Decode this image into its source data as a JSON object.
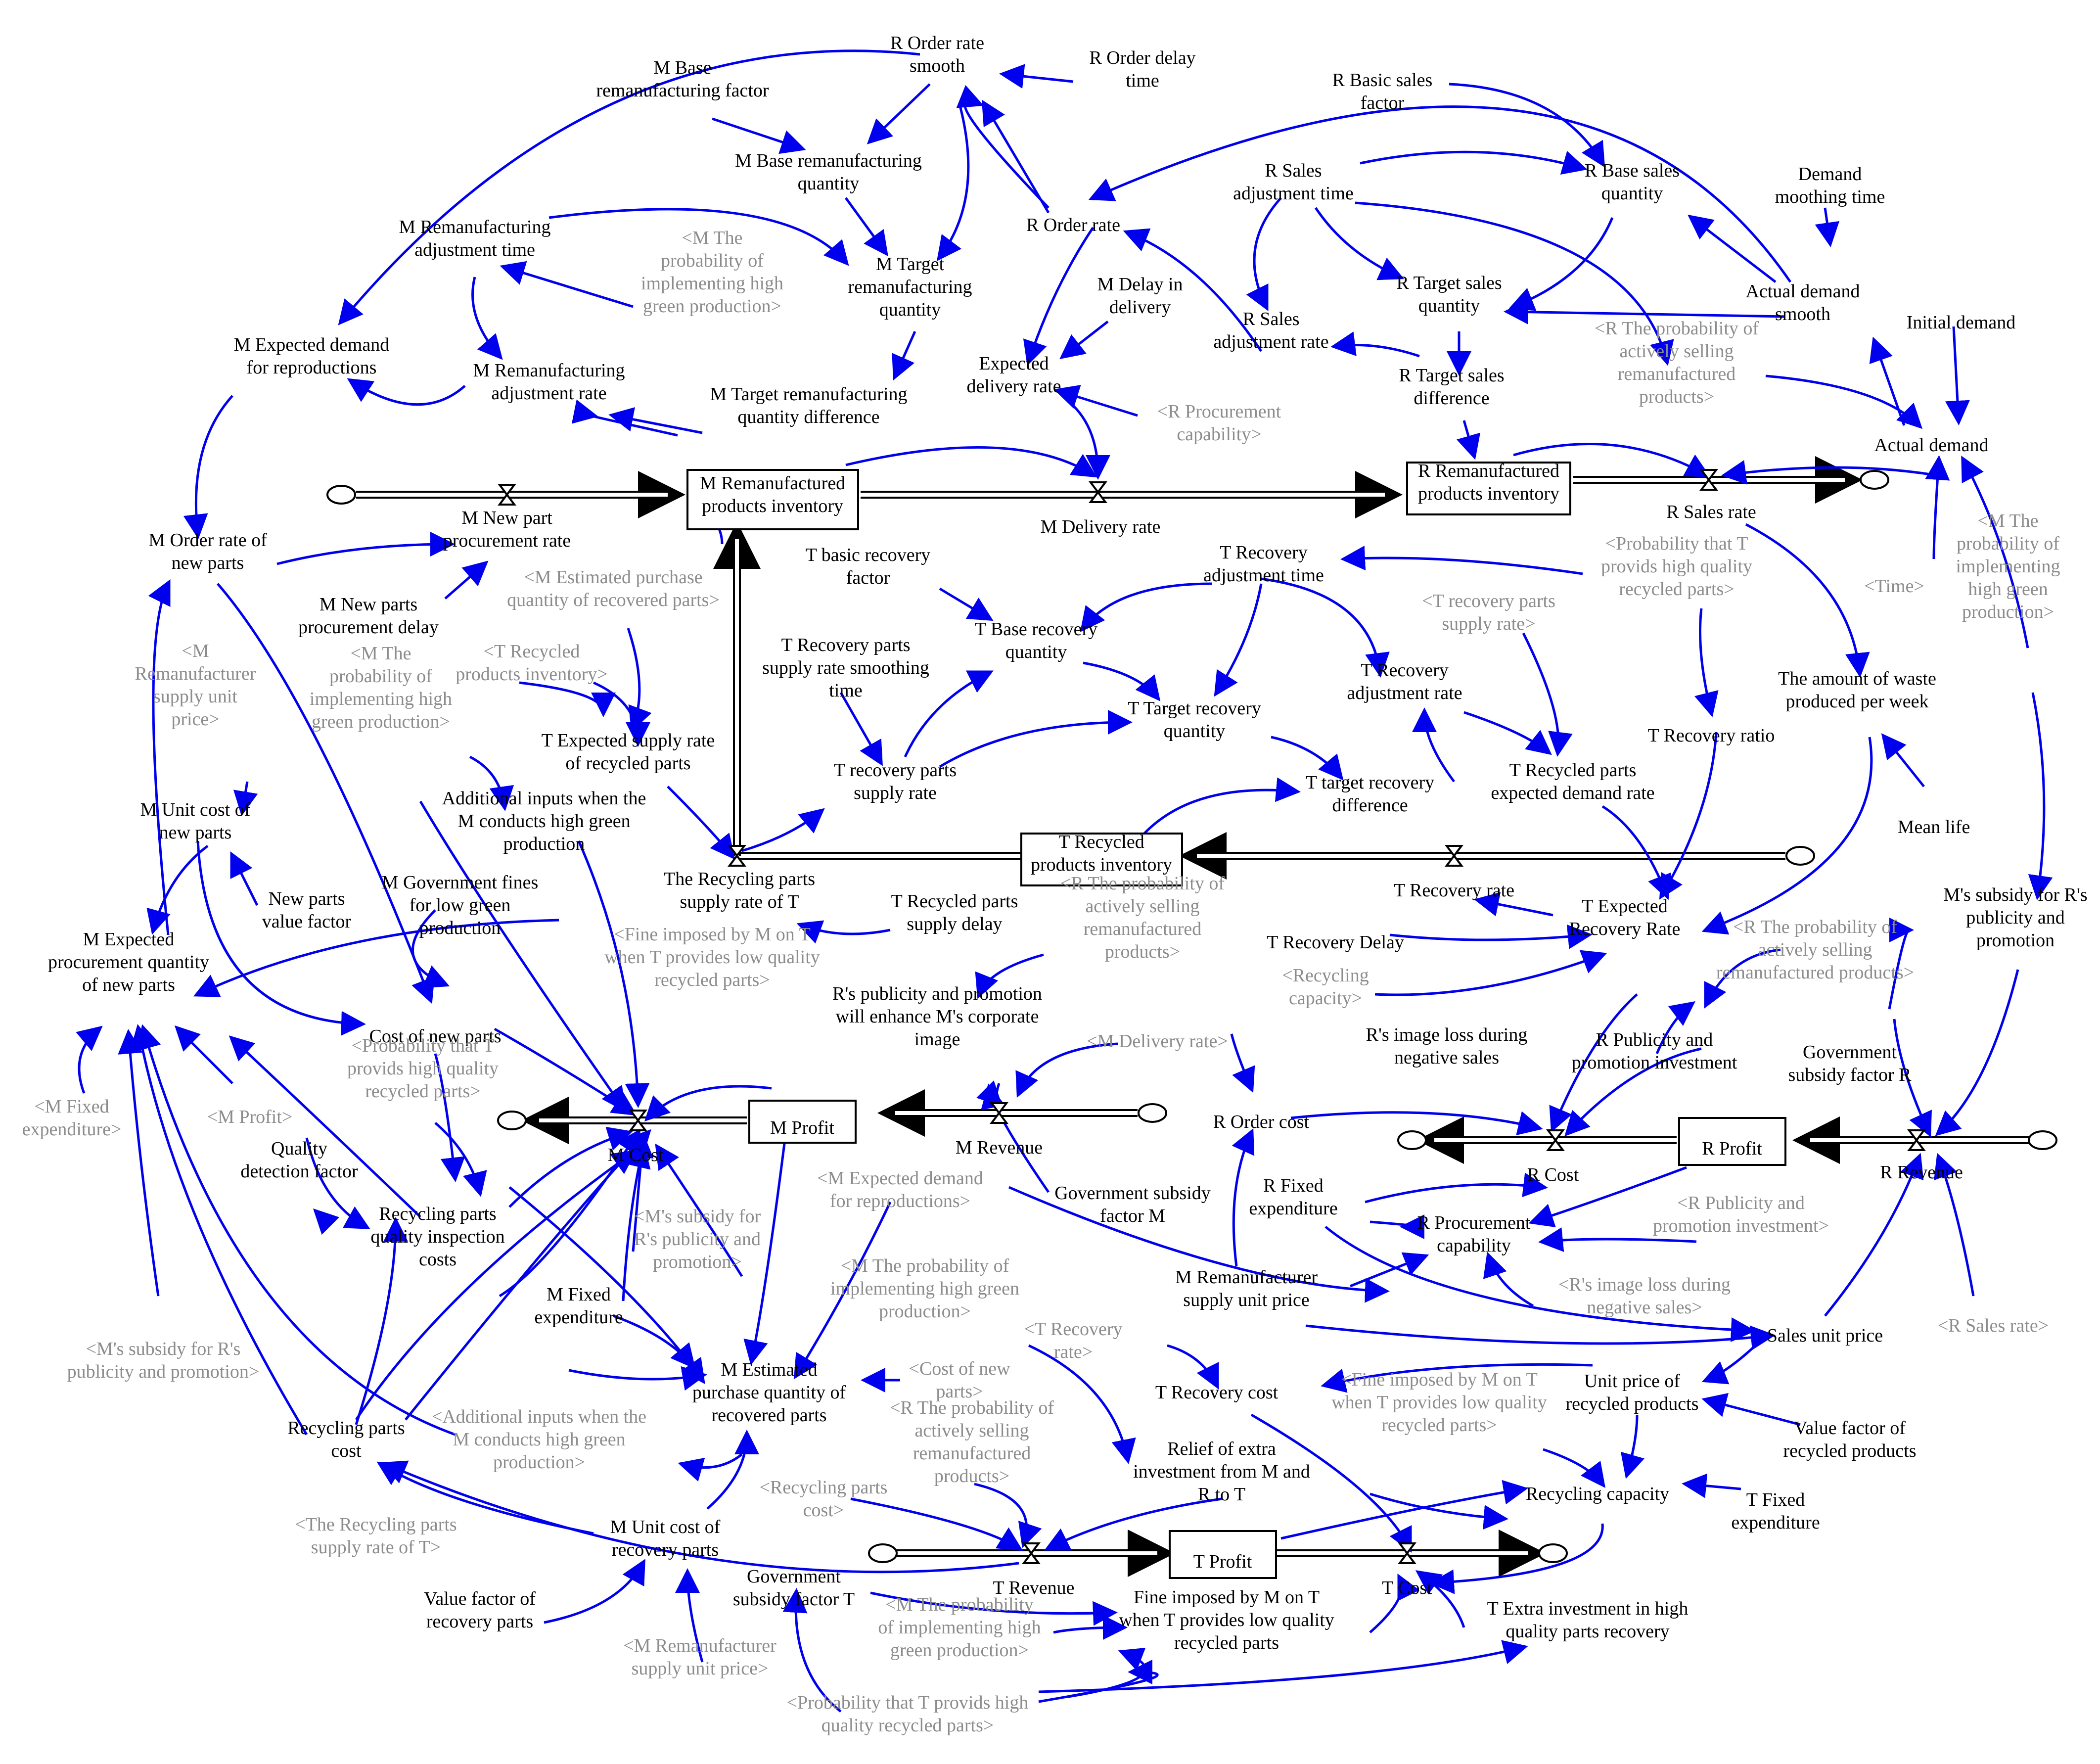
{
  "colors": {
    "link": "#0000ee",
    "variable_text": "#000000",
    "shadow_variable_text": "#8c8c8c",
    "flow_pipe": "#000000"
  },
  "stocks": {
    "m_reman_inventory": "M Remanufactured\nproducts inventory",
    "r_reman_inventory": "R Remanufactured\nproducts inventory",
    "t_recycled_inventory": "T Recycled\nproducts inventory",
    "m_profit": "M Profit",
    "r_profit": "R Profit",
    "t_profit": "T Profit"
  },
  "flows": {
    "m_new_part_procurement_rate": "M New part\nprocurement rate",
    "m_delivery_rate": "M Delivery rate",
    "r_sales_rate": "R Sales rate",
    "t_recovery_rate": "T Recovery rate",
    "recycling_parts_supply_rate_t": "The Recycling parts\nsupply rate of T",
    "m_cost": "M Cost",
    "m_revenue": "M Revenue",
    "r_cost": "R Cost",
    "r_revenue": "R Revenue",
    "t_revenue": "T Revenue",
    "t_cost": "T Cost"
  },
  "variables": {
    "r_order_rate_smooth": "R Order rate\nsmooth",
    "r_order_delay_time": "R Order delay\ntime",
    "m_base_reman_factor": "M Base\nremanufacturing factor",
    "m_base_reman_quantity": "M Base remanufacturing\nquantity",
    "m_reman_adjustment_time": "M Remanufacturing\nadjustment time",
    "m_target_reman_quantity": "M Target\nremanufacturing\nquantity",
    "m_expected_demand": "M Expected demand\nfor reproductions",
    "m_reman_adjustment_rate": "M Remanufacturing\nadjustment rate",
    "m_target_reman_difference": "M Target remanufacturing\nquantity difference",
    "r_order_rate": "R Order rate",
    "m_delay_in_delivery": "M Delay in\ndelivery",
    "expected_delivery_rate": "Expected\ndelivery rate",
    "r_basic_sales_factor": "R Basic sales\nfactor",
    "r_sales_adjustment_time": "R Sales\nadjustment time",
    "r_base_sales_quantity": "R Base sales\nquantity",
    "demand_smoothing_time": "Demand\nmoothing time",
    "r_target_sales_quantity": "R Target sales\nquantity",
    "r_sales_adjustment_rate": "R Sales\nadjustment rate",
    "actual_demand_smooth": "Actual demand\nsmooth",
    "initial_demand": "Initial demand",
    "r_target_sales_difference": "R Target sales\ndifference",
    "actual_demand": "Actual demand",
    "m_order_rate_new_parts": "M Order rate of\nnew parts",
    "m_new_parts_procurement_delay": "M New parts\nprocurement delay",
    "t_basic_recovery_factor": "T basic recovery\nfactor",
    "t_recovery_adjustment_time": "T Recovery\nadjustment time",
    "t_base_recovery_quantity": "T Base recovery\nquantity",
    "t_recovery_parts_smoothing_time": "T Recovery parts\nsupply rate smoothing\ntime",
    "t_target_recovery_quantity": "T Target recovery\nquantity",
    "t_recovery_adjustment_rate": "T Recovery\nadjustment rate",
    "t_recovery_ratio": "T Recovery ratio",
    "waste_per_week": "The amount of waste\nproduced per week",
    "t_expected_supply_rate": "T Expected supply rate\nof recycled parts",
    "t_recovery_parts_supply_rate": "T recovery parts\nsupply rate",
    "t_target_recovery_difference": "T target recovery\ndifference",
    "t_recycled_expected_demand_rate": "T Recycled parts\nexpected demand rate",
    "mean_life": "Mean life",
    "m_unit_cost_new_parts": "M Unit cost of\nnew parts",
    "additional_inputs": "Additional inputs when the\nM conducts high green\nproduction",
    "new_parts_value_factor": "New parts\nvalue factor",
    "m_government_fines": "M Government fines\nfor low green\nproduction",
    "t_recycled_supply_delay": "T Recycled parts\nsupply delay",
    "t_expected_recovery_rate": "T Expected\nRecovery Rate",
    "t_recovery_delay": "T Recovery Delay",
    "m_expected_procurement": "M Expected\nprocurement quantity\nof new parts",
    "rs_publicity_enhance": "R's publicity and promotion\nwill enhance M's corporate\nimage",
    "ms_subsidy_rs_publicity": "M's subsidy for R's\npublicity and\npromotion",
    "cost_of_new_parts": "Cost of new parts",
    "rs_image_loss": "R's image loss during\nnegative sales",
    "r_publicity_investment": "R Publicity and\npromotion investment",
    "government_subsidy_factor_r": "Government\nsubsidy factor R",
    "r_order_cost": "R Order cost",
    "quality_detection_factor": "Quality\ndetection factor",
    "recycling_parts_inspection_costs": "Recycling parts\nquality inspection\ncosts",
    "government_subsidy_factor_m": "Government subsidy\nfactor M",
    "r_fixed_expenditure": "R Fixed\nexpenditure",
    "r_procurement_capability": "R Procurement\ncapability",
    "m_fixed_expenditure": "M Fixed\nexpenditure",
    "m_reman_supply_unit_price": "M Remanufacturer\nsupply unit price",
    "sales_unit_price": "Sales unit price",
    "m_estimated_purchase": "M Estimated\npurchase quantity of\nrecovered parts",
    "recycling_parts_cost": "Recycling parts\ncost",
    "t_recovery_cost": "T Recovery cost",
    "unit_price_recycled": "Unit price of\nrecycled products",
    "value_factor_recycled": "Value factor of\nrecycled products",
    "relief_extra_investment": "Relief of extra\ninvestment from M and\nR to T",
    "recycling_capacity": "Recycling capacity",
    "t_fixed_expenditure": "T Fixed\nexpenditure",
    "m_unit_cost_recovery": "M Unit cost of\nrecovery parts",
    "government_subsidy_factor_t": "Government\nsubsidy factor T",
    "value_factor_recovery": "Value factor of\nrecovery parts",
    "fine_imposed": "Fine imposed by M on T\nwhen T provides low quality\nrecycled parts",
    "t_extra_investment": "T Extra investment in high\nquality parts recovery"
  },
  "shadow_variables": {
    "sh_m_prob_green_1": "<M The\nprobability of\nimplementing high\ngreen production>",
    "sh_r_procurement_capability": "<R Procurement\ncapability>",
    "sh_r_prob_selling_1": "<R The probability of\nactively selling\nremanufactured\nproducts>",
    "sh_time": "<Time>",
    "sh_m_prob_green_2": "<M The\nprobability of\nimplementing\nhigh green\nproduction>",
    "sh_m_estimated_purchase": "<M Estimated purchase\nquantity of recovered parts>",
    "sh_prob_t_quality_1": "<Probability that T\nprovids high quality\nrecycled parts>",
    "sh_t_recovery_parts_supply_rate": "<T recovery parts\nsupply rate>",
    "sh_m_reman_unit_price_1": "<M\nRemanufacturer\nsupply unit\nprice>",
    "sh_t_recycled_inventory": "<T Recycled\nproducts inventory>",
    "sh_m_prob_green_3": "<M The\nprobability of\nimplementing high\ngreen production>",
    "sh_fine_1": "<Fine imposed by M on T\nwhen T provides low quality\nrecycled parts>",
    "sh_r_prob_selling_2": "<R The probability of\nactively selling\nremanufactured\nproducts>",
    "sh_recycling_capacity": "<Recycling\ncapacity>",
    "sh_r_prob_selling_3": "<R The probability of\nactively selling\nremanufactured products>",
    "sh_m_delivery_rate": "<M Delivery rate>",
    "sh_prob_t_quality_2": "<Probability that T\nprovids high quality\nrecycled parts>",
    "sh_m_fixed_expenditure": "<M Fixed\nexpenditure>",
    "sh_m_profit": "<M Profit>",
    "sh_m_expected_demand": "<M Expected demand\nfor reproductions>",
    "sh_ms_subsidy_1": "<M's subsidy for\nR's publicity and\npromotion>",
    "sh_r_publicity": "<R Publicity and\npromotion investment>",
    "sh_m_prob_green_4": "<M The probability of\nimplementing high green\nproduction>",
    "sh_rs_image_loss": "<R's image loss during\nnegative sales>",
    "sh_r_sales_rate": "<R Sales rate>",
    "sh_t_recovery_rate": "<T Recovery\nrate>",
    "sh_ms_subsidy_2": "<M's subsidy for R's\npublicity and promotion>",
    "sh_cost_new_parts": "<Cost of new\nparts>",
    "sh_fine_2": "<Fine imposed by M on T\nwhen T provides low quality\nrecycled parts>",
    "sh_additional_inputs": "<Additional inputs when the\nM conducts high green\nproduction>",
    "sh_r_prob_selling_4": "<R The probability of\nactively selling\nremanufactured\nproducts>",
    "sh_recycling_parts_cost": "<Recycling parts\ncost>",
    "sh_recycling_supply_rate_t": "<The Recycling parts\nsupply rate of T>",
    "sh_m_reman_unit_price_2": "<M Remanufacturer\nsupply unit price>",
    "sh_m_prob_green_5": "<M The probability\nof implementing high\ngreen production>",
    "sh_prob_t_quality_3": "<Probability that T provids high\nquality recycled parts>"
  }
}
